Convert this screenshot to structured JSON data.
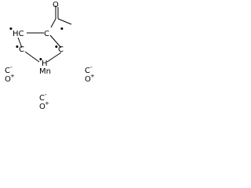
{
  "structure": {
    "ring": {
      "ch_left": "HC",
      "c_top": "C",
      "c_right": "C",
      "c_bottom_right": "C",
      "ch_bottom": "H"
    },
    "acetyl": {
      "oxygen": "O"
    },
    "metal": "Mn",
    "carbonyls": [
      {
        "carbon": "C",
        "oxygen": "O"
      },
      {
        "carbon": "C",
        "oxygen": "O"
      },
      {
        "carbon": "C",
        "oxygen": "O"
      }
    ],
    "radical_mark": "•",
    "charge_minus": "-",
    "charge_plus": "+"
  }
}
